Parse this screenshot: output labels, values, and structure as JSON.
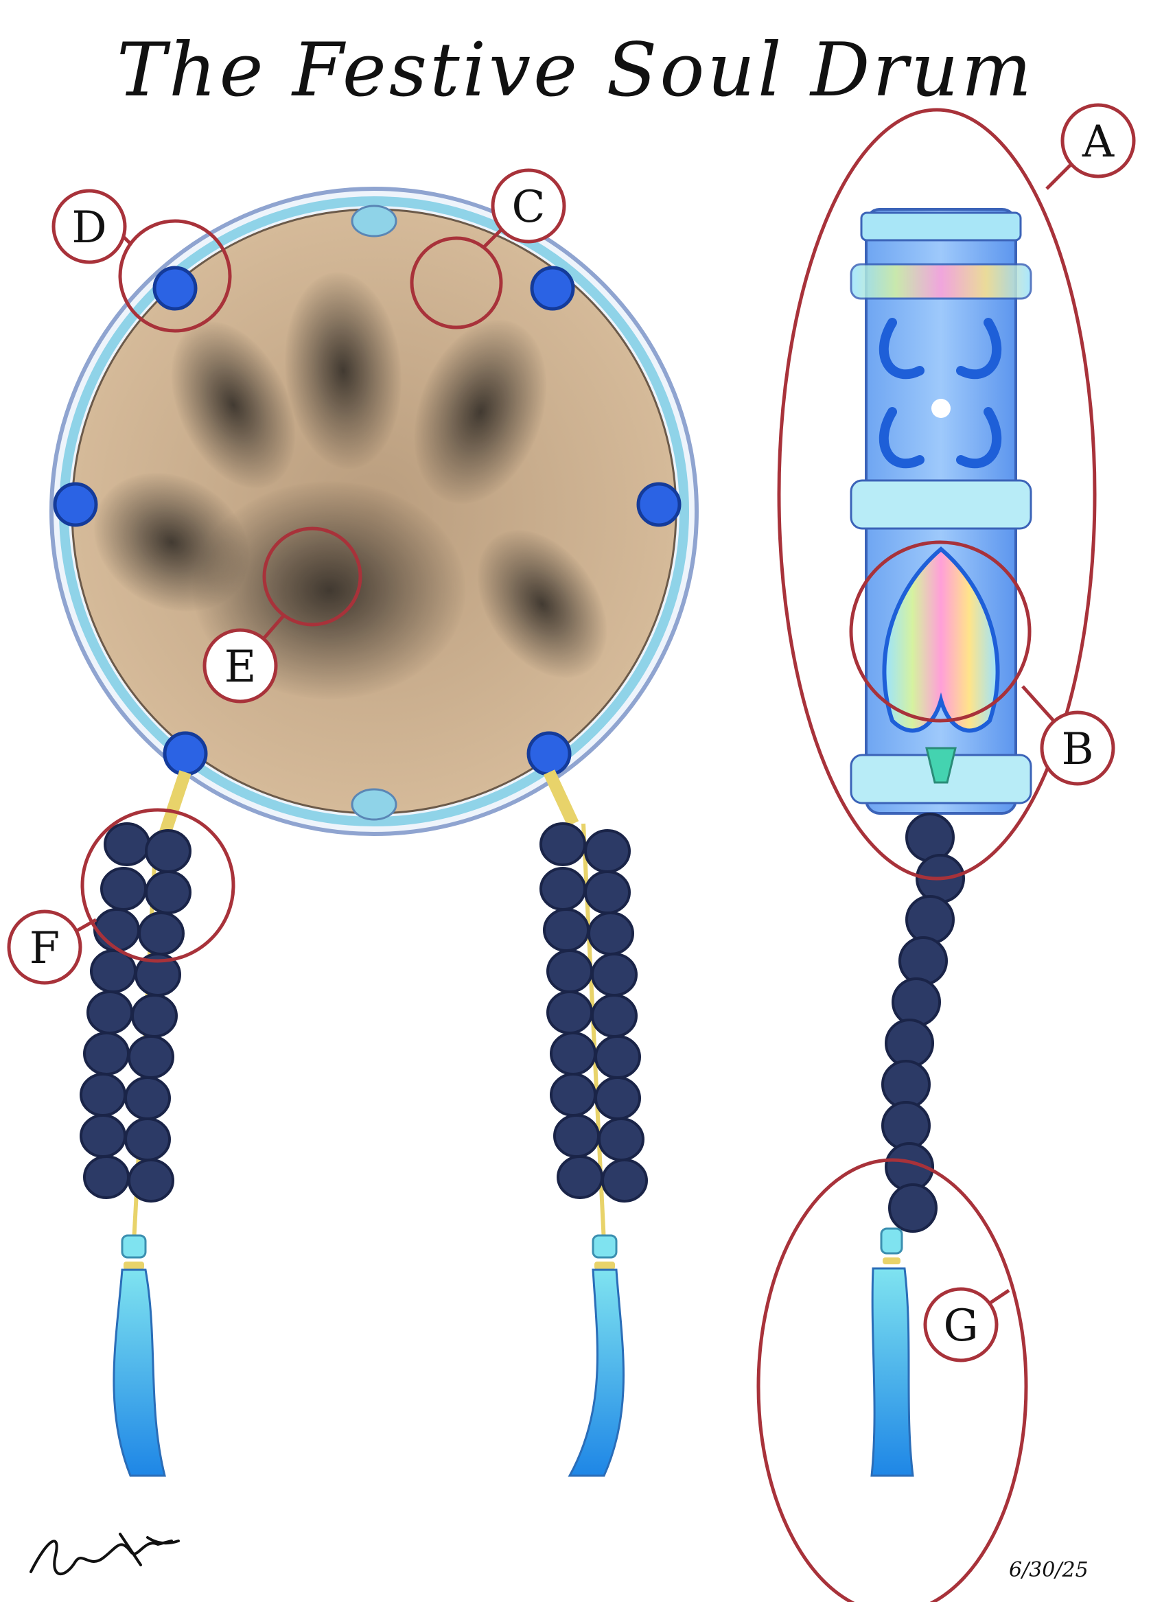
{
  "title": "The Festive Soul Drum",
  "date": "6/30/25",
  "signature": "signature",
  "callouts": [
    {
      "id": "A",
      "label": "A"
    },
    {
      "id": "B",
      "label": "B"
    },
    {
      "id": "C",
      "label": "C"
    },
    {
      "id": "D",
      "label": "D"
    },
    {
      "id": "E",
      "label": "E"
    },
    {
      "id": "F",
      "label": "F"
    },
    {
      "id": "G",
      "label": "G"
    }
  ],
  "colors": {
    "callout_ring": "#a8323a",
    "drum_skin": "#c9ad8c",
    "drum_rim": "#8fd3e8",
    "stud": "#1f4fd6",
    "bead": "#2c3a66",
    "cord": "#e8d36a",
    "tassel_top": "#7fe3f0",
    "tassel_bottom": "#1e90e8"
  }
}
